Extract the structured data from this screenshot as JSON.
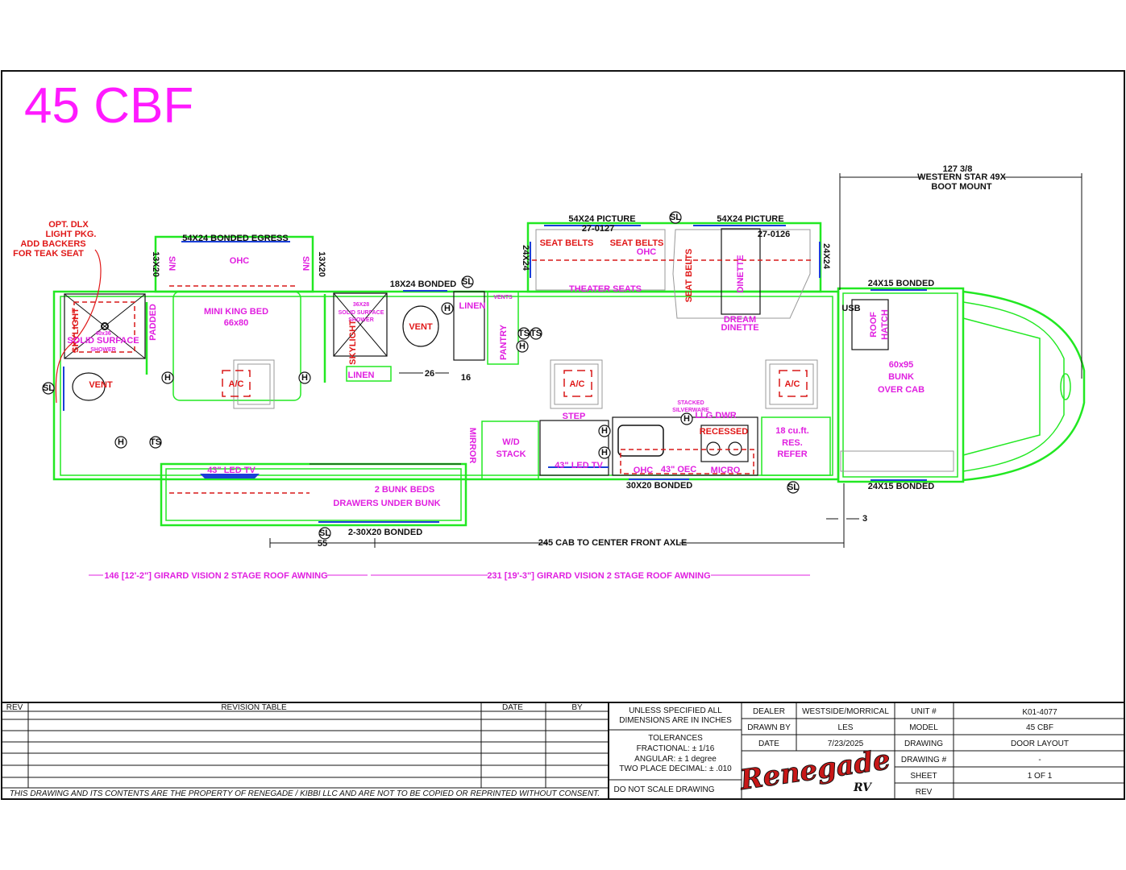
{
  "title": "45 CBF",
  "colors": {
    "wall": "#22e822",
    "label": "#e020e0",
    "note": "#e01818",
    "window": "#1a3fd8"
  },
  "notes": {
    "opt_line1": "OPT. DLX",
    "opt_line2": "LIGHT PKG.",
    "backers_line1": "ADD BACKERS",
    "backers_line2": "FOR TEAK SEAT"
  },
  "rear_bedroom": {
    "egress_window": "54X24 BONDED EGRESS",
    "window_left": "13X20",
    "window_right": "13X20",
    "sn_left": "S/N",
    "sn_right": "S/N",
    "ohc": "OHC",
    "bed_line1": "MINI KING BED",
    "bed_line2": "66x80",
    "padded": "PADDED",
    "ac": "A/C"
  },
  "rear_bath": {
    "skylight": "SKYLIGHT",
    "shower_size": "40x36",
    "shower_material": "SOLID SURFACE",
    "shower": "SHOWER",
    "vent": "VENT"
  },
  "mid_bath": {
    "window": "18X24 BONDED",
    "shower_size": "36X28",
    "shower_material": "SOLID SURFACE",
    "shower": "SHOWER",
    "skylight": "SKYLIGHT",
    "vent": "VENT",
    "linen_top": "LINEN",
    "vents": "VENTS",
    "pantry": "PANTRY",
    "linen_bottom": "LINEN",
    "dim_door": "26",
    "dim_16": "16"
  },
  "living": {
    "picture_left": "54X24 PICTURE",
    "picture_right": "54X24 PICTURE",
    "part_left": "27-0127",
    "part_right": "27-0126",
    "window_left": "24X24",
    "window_right": "24X24",
    "seat_belts_1": "SEAT BELTS",
    "seat_belts_2": "SEAT BELTS",
    "ohc": "OHC",
    "theater_seats": "THEATER SEATS",
    "seat_belts_3": "SEAT BELTS",
    "dinette": "DINETTE",
    "dream_1": "DREAM",
    "dream_2": "DINETTE",
    "ac_mid": "A/C",
    "ac_front": "A/C"
  },
  "cab": {
    "window_top": "24X15 BONDED",
    "usb": "USB",
    "roof": "ROOF",
    "hatch": "HATCH",
    "bunk_1": "60x95",
    "bunk_2": "BUNK",
    "bunk_3": "OVER CAB",
    "window_bottom": "24X15 BONDED"
  },
  "kitchen": {
    "stacked": "STACKED",
    "silverware": "SILVERWARE",
    "llg_dwr": "LLG DWR",
    "step": "STEP",
    "mirror": "MIRROR",
    "wd_1": "W/D",
    "wd_2": "STACK",
    "tv": "43\" LED TV",
    "ohc": "OHC",
    "oec": "43\" OEC",
    "micro": "MICRO",
    "recessed": "RECESSED",
    "refer_1": "18 cu.ft.",
    "refer_2": "RES.",
    "refer_3": "REFER",
    "window": "30X20 BONDED"
  },
  "bunk_slide": {
    "tv": "43\" LED TV",
    "beds": "2 BUNK BEDS",
    "drawers": "DRAWERS UNDER BUNK",
    "window": "2-30X20 BONDED"
  },
  "dimensions": {
    "dim_55": "55",
    "cab_axle": "245 CAB TO CENTER FRONT AXLE",
    "dim_3": "3",
    "boot_1": "127 3/8",
    "boot_2": "WESTERN STAR 49X",
    "boot_3": "BOOT MOUNT",
    "awning_rear": "146 [12'-2\"] GIRARD VISION 2 STAGE ROOF AWNING",
    "awning_front": "231 [19'-3\"] GIRARD VISION 2 STAGE ROOF AWNING"
  },
  "symbols": {
    "switch_light": "SL",
    "heat": "H",
    "thermostat": "TS"
  },
  "title_block": {
    "rev_header": "REV",
    "revision_table": "REVISION TABLE",
    "date_header": "DATE",
    "by_header": "BY",
    "copyright": "THIS DRAWING AND ITS CONTENTS ARE THE PROPERTY OF RENEGADE / KIBBI LLC AND ARE NOT TO BE COPIED OR REPRINTED WITHOUT CONSENT.",
    "units_1": "UNLESS SPECIFIED ALL",
    "units_2": "DIMENSIONS ARE IN INCHES",
    "tol_1": "TOLERANCES",
    "tol_2": "FRACTIONAL: ± 1/16",
    "tol_3": "ANGULAR: ± 1 degree",
    "tol_4": "TWO PLACE DECIMAL: ± .010",
    "no_scale": "DO NOT SCALE DRAWING",
    "dealer_label": "DEALER",
    "dealer": "WESTSIDE/MORRICAL",
    "drawn_by_label": "DRAWN BY",
    "drawn_by": "LES",
    "date_label": "DATE",
    "date": "7/23/2025",
    "unit_label": "UNIT #",
    "unit": "K01-4077",
    "model_label": "MODEL",
    "model": "45 CBF",
    "drawing_label": "DRAWING",
    "drawing": "DOOR LAYOUT",
    "drawing_no_label": "DRAWING #",
    "drawing_no": "-",
    "sheet_label": "SHEET",
    "sheet": "1 OF 1",
    "rev_label": "REV",
    "rev": "",
    "logo": "Renegade RV"
  }
}
